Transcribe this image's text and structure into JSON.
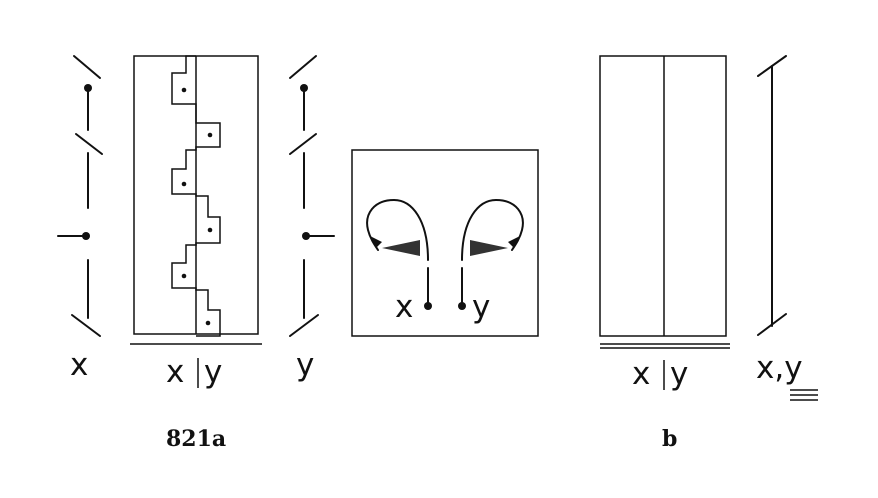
{
  "figure_a": {
    "label": "821a",
    "staff_x_label": "x",
    "staff_y_label": "y",
    "bar_label_left": "x",
    "bar_label_right": "y",
    "inset_label_x": "x",
    "inset_label_y": "y"
  },
  "figure_b": {
    "label": "b",
    "bar_label_left": "x",
    "bar_label_right": "y",
    "staff_label": "x,y"
  },
  "colors": {
    "ink": "#111111",
    "paper": "#ffffff",
    "arrow_fill": "#333333"
  }
}
